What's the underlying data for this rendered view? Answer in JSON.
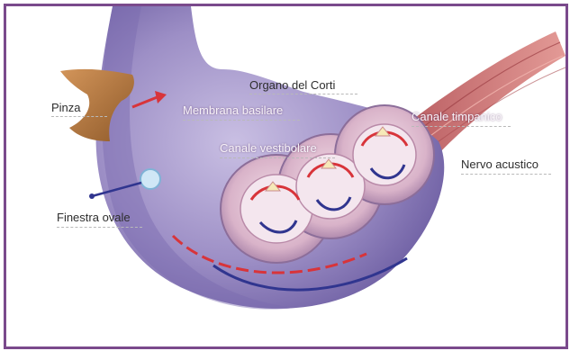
{
  "labels": {
    "pinza": "Pinza",
    "finestra_ovale": "Finestra ovale",
    "organo_del_corti": "Organo del Corti",
    "membrana_basilare": "Membrana basilare",
    "canale_vestibolare": "Canale vestibolare",
    "canale_timpanico": "Canale timpanico",
    "nervo_acustico": "Nervo acustico"
  },
  "colors": {
    "frame": "#7a4a8c",
    "cochlea_body": "#9d8fc6",
    "bone": "#b87a3c",
    "nerve": "#c96b6e",
    "flow_red": "#d8343a",
    "flow_blue": "#30358f"
  }
}
